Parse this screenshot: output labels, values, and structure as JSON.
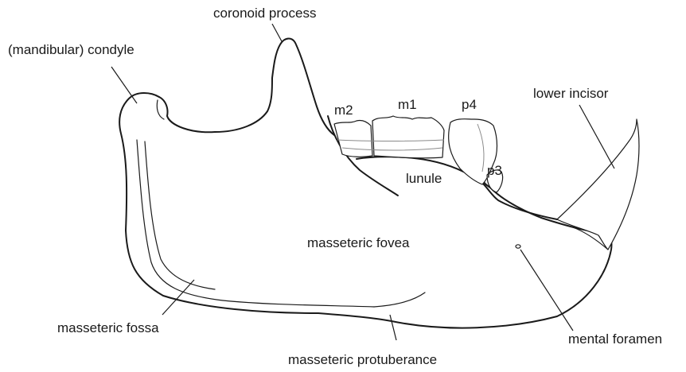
{
  "labels": {
    "coronoid_process": "coronoid process",
    "condyle": "(mandibular) condyle",
    "m2": "m2",
    "m1": "m1",
    "p4": "p4",
    "p3": "p3",
    "lower_incisor": "lower incisor",
    "lunule": "lunule",
    "masseteric_fovea": "masseteric fovea",
    "masseteric_fossa": "masseteric fossa",
    "mental_foramen": "mental foramen",
    "masseteric_protuberance": "masseteric protuberance"
  }
}
